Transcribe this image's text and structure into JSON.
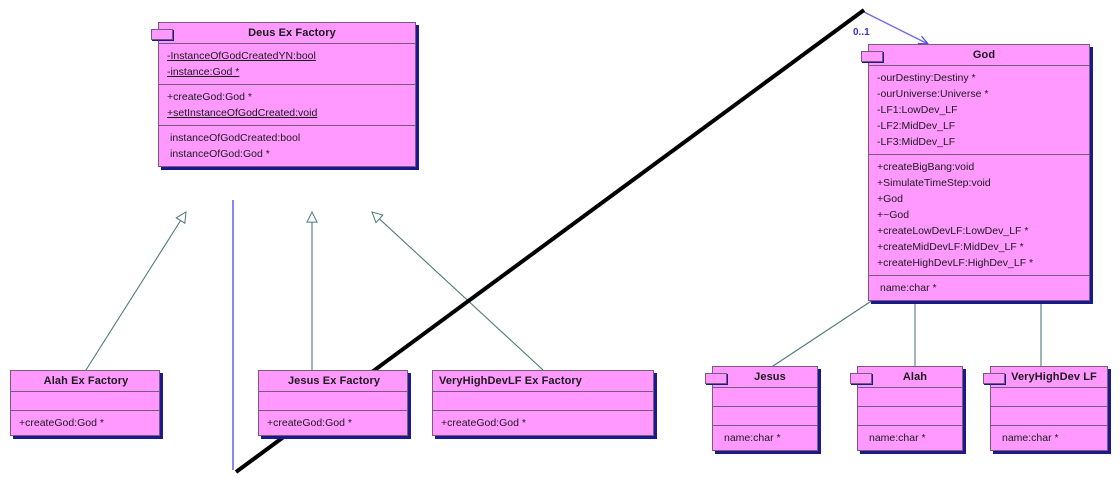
{
  "diagram": {
    "type": "uml-class-diagram",
    "background": "#ffffff",
    "class_fill": "#FF99FF",
    "class_border": "#7a5a7a",
    "shadow_color": "#1a1a8c",
    "generalization_color": "#4d7a7a",
    "association_color": "#4444ee",
    "annotation_color": "#000000"
  },
  "classes": {
    "deus_ex_factory": {
      "title": "Deus Ex Factory",
      "attributes": [
        "-InstanceOfGodCreatedYN:bool",
        "-instance:God *"
      ],
      "operations": [
        "+createGod:God *",
        "+setInstanceOfGodCreated:void"
      ],
      "extras": [
        "instanceOfGodCreated:bool",
        "instanceOfGod:God *"
      ]
    },
    "god": {
      "title": "God",
      "attributes": [
        "-ourDestiny:Destiny *",
        "-ourUniverse:Universe *",
        "-LF1:LowDev_LF",
        "-LF2:MidDev_LF",
        "-LF3:MidDev_LF"
      ],
      "operations": [
        "+createBigBang:void",
        "+SimulateTimeStep:void",
        "+God",
        "+~God",
        "+createLowDevLF:LowDev_LF *",
        "+createMidDevLF:MidDev_LF *",
        "+createHighDevLF:HighDev_LF *"
      ],
      "extras": [
        "name:char *"
      ]
    },
    "alah_ex_factory": {
      "title": "Alah Ex Factory",
      "attributes": [],
      "operations": [
        "+createGod:God *"
      ]
    },
    "jesus_ex_factory": {
      "title": "Jesus Ex Factory",
      "attributes": [],
      "operations": [
        "+createGod:God *"
      ]
    },
    "veryhighdevlf_ex_factory": {
      "title": "VeryHighDevLF Ex Factory",
      "attributes": [],
      "operations": [
        "+createGod:God *"
      ]
    },
    "jesus": {
      "title": "Jesus",
      "extras": [
        "name:char *"
      ]
    },
    "alah": {
      "title": "Alah",
      "extras": [
        "name:char *"
      ]
    },
    "veryhighdev_lf": {
      "title": "VeryHighDev LF",
      "extras": [
        "name:char *"
      ]
    }
  },
  "relationships": {
    "association_multiplicity": "0..1",
    "generalizations": [
      {
        "from": "alah_ex_factory",
        "to": "deus_ex_factory"
      },
      {
        "from": "jesus_ex_factory",
        "to": "deus_ex_factory"
      },
      {
        "from": "veryhighdevlf_ex_factory",
        "to": "deus_ex_factory"
      },
      {
        "from": "jesus",
        "to": "god"
      },
      {
        "from": "alah",
        "to": "god"
      },
      {
        "from": "veryhighdev_lf",
        "to": "god"
      }
    ],
    "associations": [
      {
        "from": "deus_ex_factory",
        "to": "god",
        "multiplicity": "0..1"
      }
    ]
  }
}
